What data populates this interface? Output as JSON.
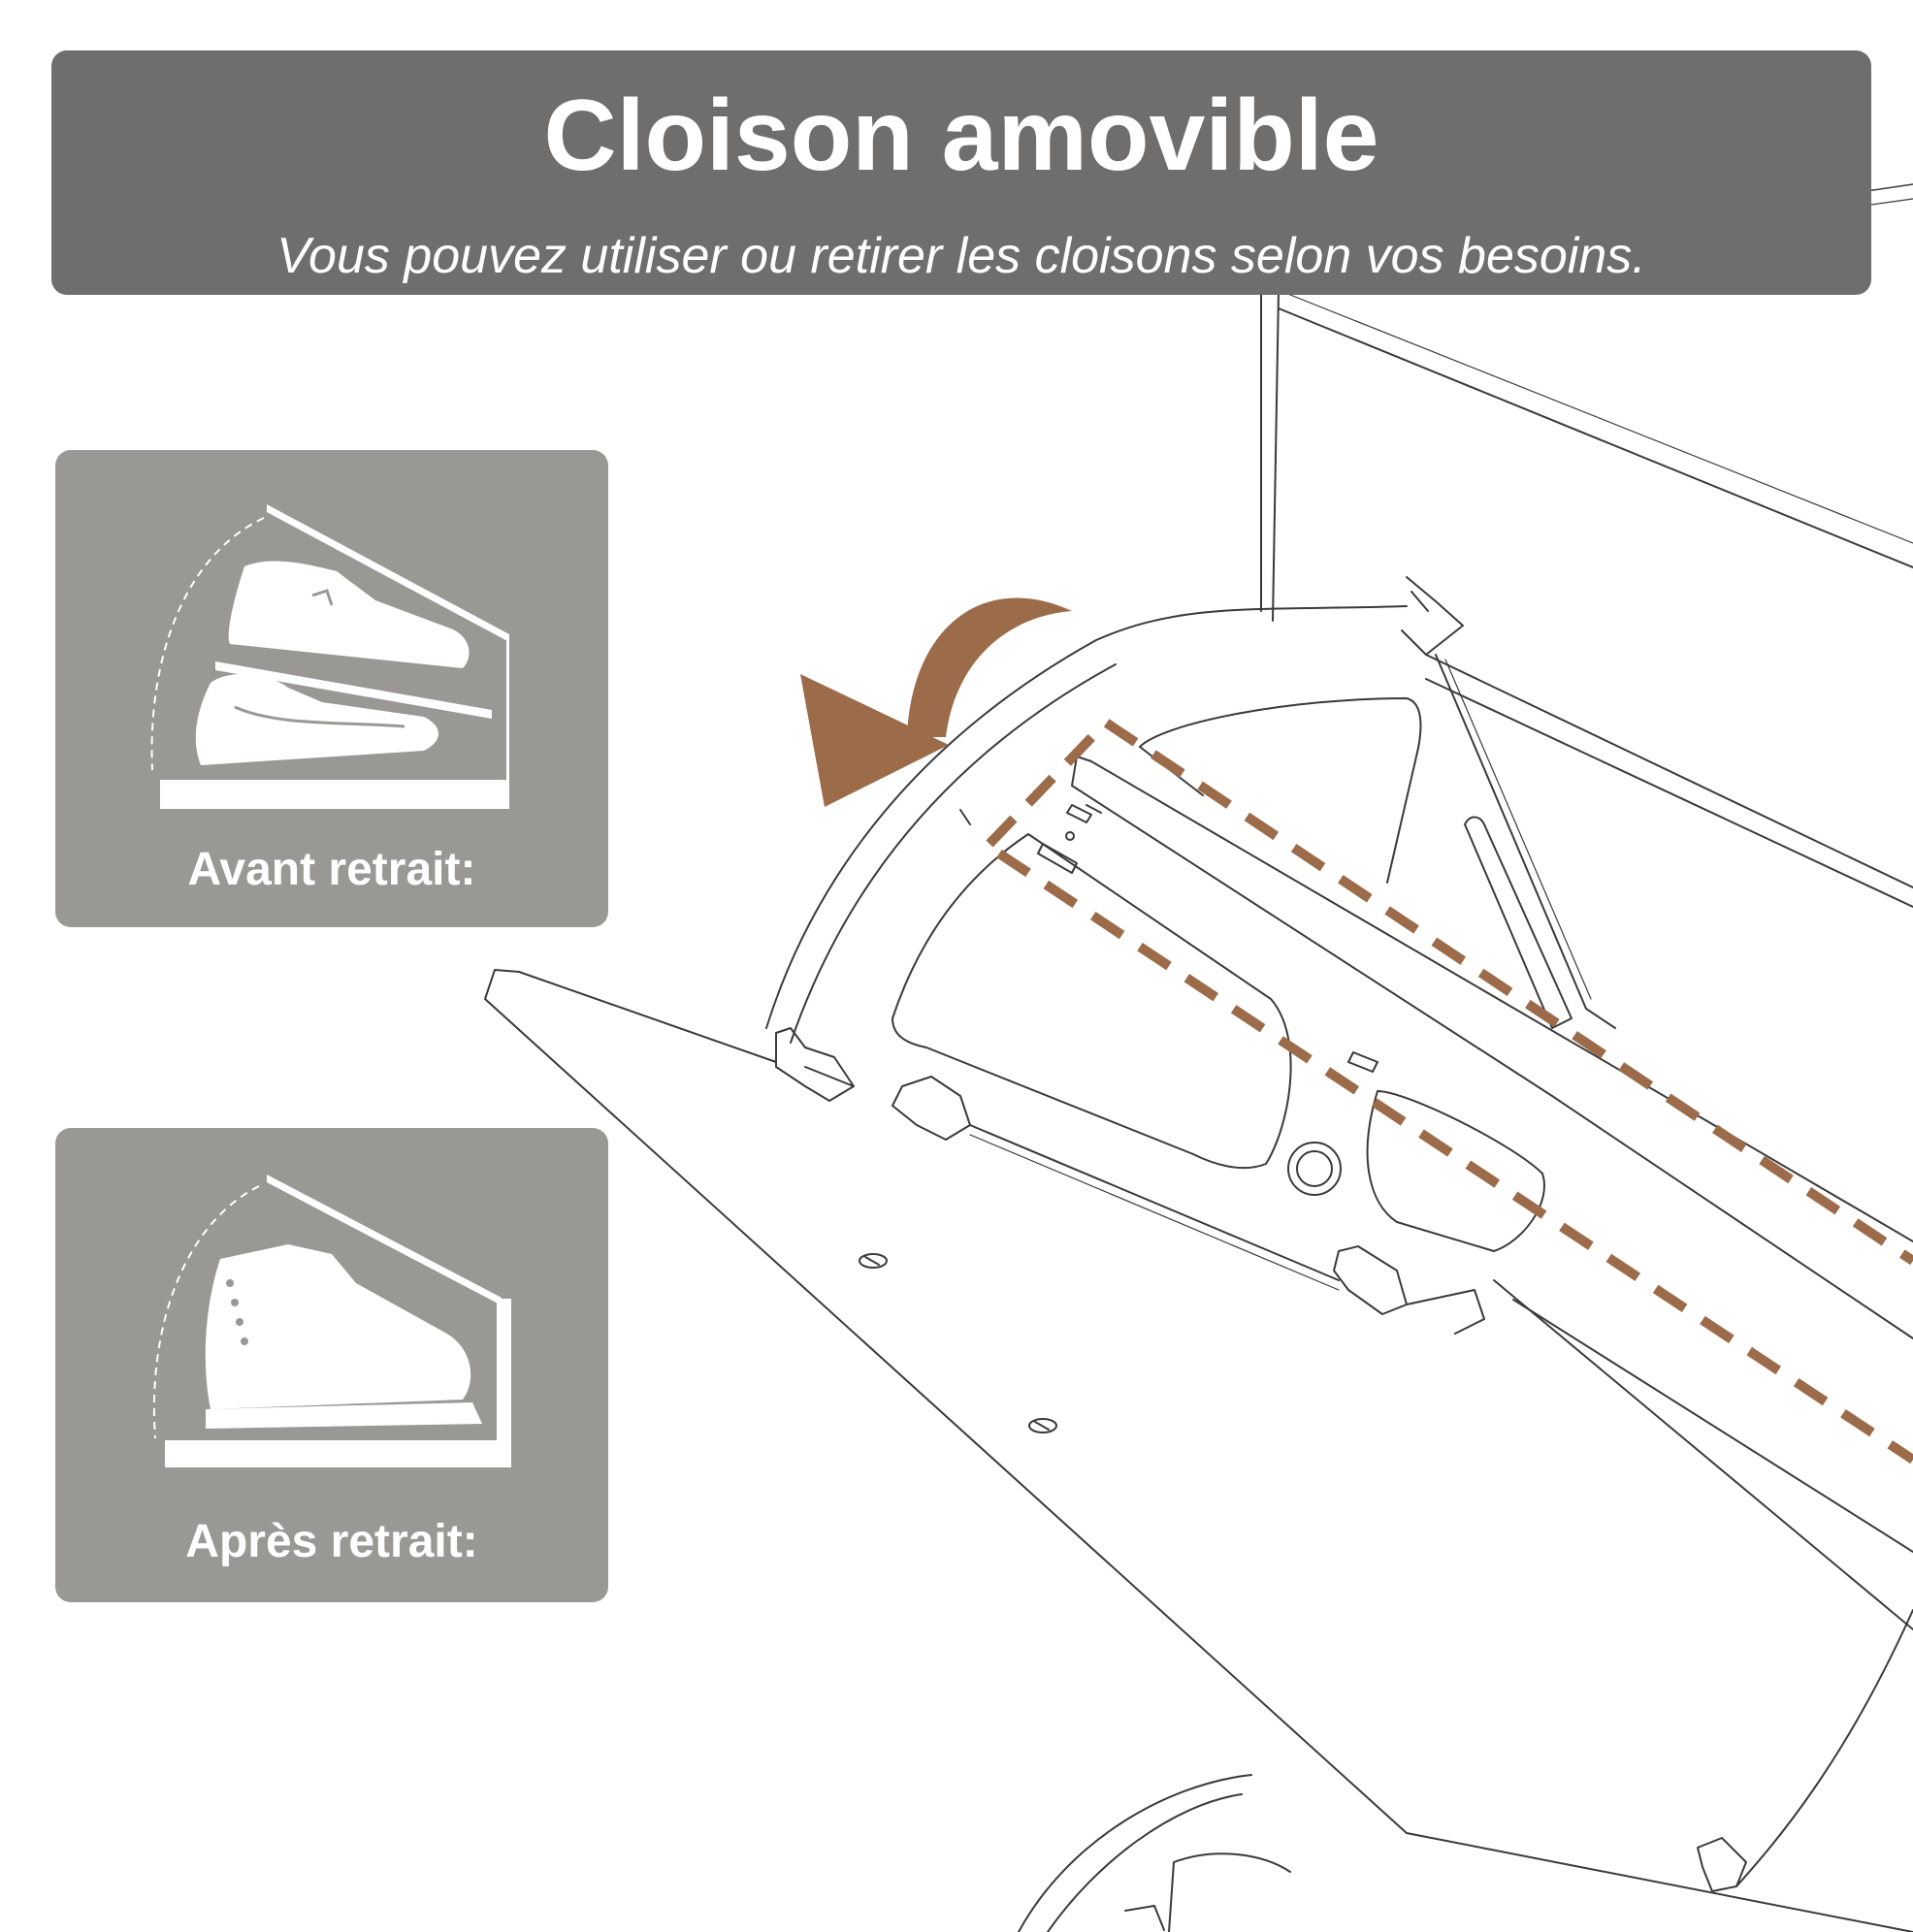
{
  "header": {
    "title": "Cloison amovible",
    "subtitle": "Vous pouvez utiliser ou retirer les cloisons selon vos besoins."
  },
  "cards": {
    "before": {
      "label": "Avant retrait:",
      "icon": "two-shoes-stacked-icon"
    },
    "after": {
      "label": "Après retrait:",
      "icon": "single-boot-icon"
    }
  },
  "diagram": {
    "arrow_icon": "curved-arrow-icon",
    "highlight": "dashed-divider-outline"
  },
  "colors": {
    "header_bg": "#6f6e6c",
    "card_bg": "#999894",
    "accent": "#9c6b4a",
    "line": "#333333"
  }
}
